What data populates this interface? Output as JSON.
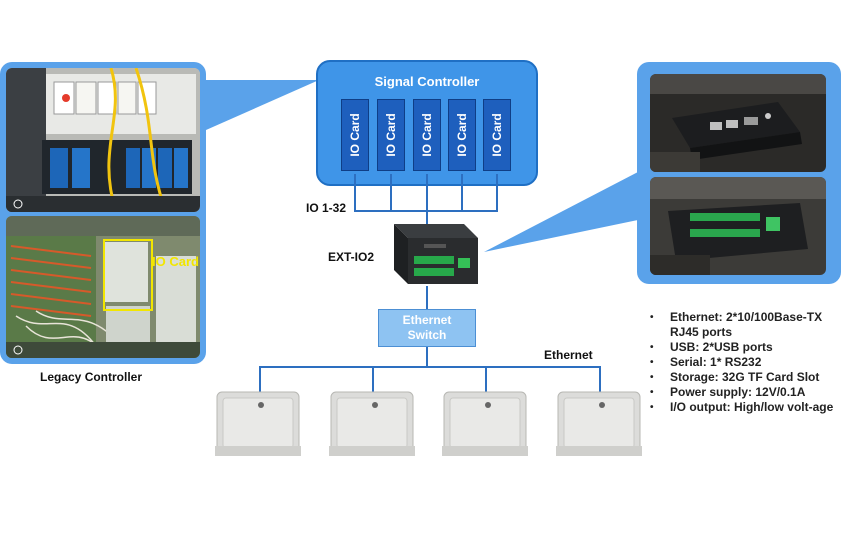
{
  "signal_controller": {
    "title": "Signal Controller",
    "cards": [
      "IO Card",
      "IO Card",
      "IO Card",
      "IO Card",
      "IO Card"
    ]
  },
  "labels": {
    "io_range": "IO 1-32",
    "ext_io": "EXT-IO2",
    "ethernet": "Ethernet",
    "legacy_controller": "Legacy Controller",
    "io_card_callout": "IO Card"
  },
  "switch": {
    "line1": "Ethernet",
    "line2": "Switch"
  },
  "specs": [
    "Ethernet: 2*10/100Base-TX RJ45 ports",
    "USB: 2*USB ports",
    "Serial: 1* RS232",
    "Storage: 32G TF Card Slot",
    "Power supply: 12V/0.1A",
    "I/O output: High/low volt-age"
  ],
  "colors": {
    "accent_blue": "#3f95e8",
    "card_blue": "#1e5fbd",
    "frame_blue": "#5aa2ea",
    "callout_yellow": "#f2e600"
  }
}
